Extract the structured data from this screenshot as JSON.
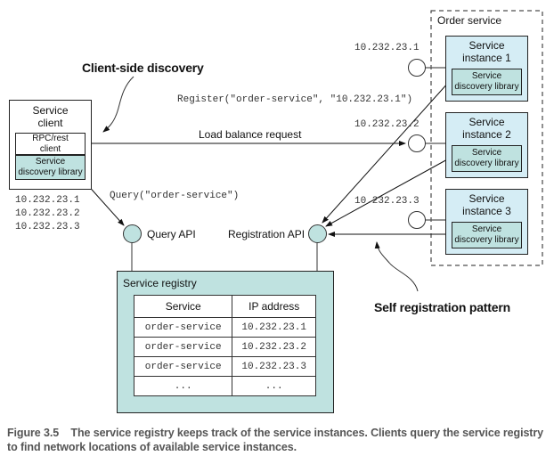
{
  "callouts": {
    "client_side_discovery": "Client-side discovery",
    "self_registration": "Self registration pattern"
  },
  "service_client": {
    "title_line1": "Service",
    "title_line2": "client",
    "rpc_line1": "RPC/rest",
    "rpc_line2": "client",
    "lib_line1": "Service",
    "lib_line2": "discovery library",
    "cached_ips": [
      "10.232.23.1",
      "10.232.23.2",
      "10.232.23.3"
    ]
  },
  "messages": {
    "register": "Register(\"order-service\", \"10.232.23.1\")",
    "load_balance": "Load balance request",
    "query": "Query(\"order-service\")"
  },
  "order_service": {
    "label": "Order service",
    "instances": [
      {
        "line1": "Service",
        "line2": "instance 1",
        "lib_line1": "Service",
        "lib_line2": "discovery library",
        "ip": "10.232.23.1"
      },
      {
        "line1": "Service",
        "line2": "instance 2",
        "lib_line1": "Service",
        "lib_line2": "discovery library",
        "ip": "10.232.23.2"
      },
      {
        "line1": "Service",
        "line2": "instance 3",
        "lib_line1": "Service",
        "lib_line2": "discovery library",
        "ip": "10.232.23.3"
      }
    ]
  },
  "apis": {
    "query": "Query API",
    "registration": "Registration API"
  },
  "registry": {
    "title": "Service registry",
    "columns": [
      "Service",
      "IP address"
    ],
    "rows": [
      [
        "order-service",
        "10.232.23.1"
      ],
      [
        "order-service",
        "10.232.23.2"
      ],
      [
        "order-service",
        "10.232.23.3"
      ],
      [
        "...",
        "..."
      ]
    ]
  },
  "caption": {
    "figure": "Figure 3.5",
    "text": "The service registry keeps track of the service instances. Clients query the service registry to find network locations of available service instances."
  },
  "colors": {
    "teal": "#bfe2e0",
    "light_blue": "#d5edf5",
    "line": "#222222"
  }
}
